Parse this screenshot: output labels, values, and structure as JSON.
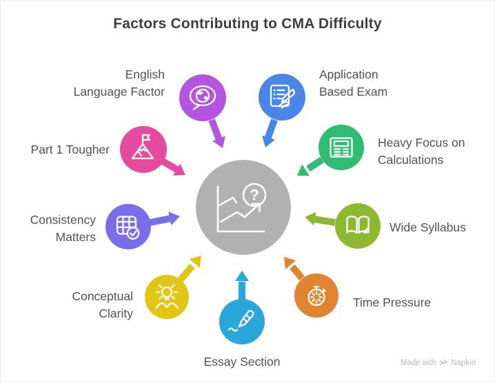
{
  "title": "Factors Contributing to CMA Difficulty",
  "center": {
    "icon": "chart-question-icon",
    "glyph": "?",
    "color": "#b1b1b1"
  },
  "factors": [
    {
      "name": "english-language-factor",
      "label": "English Language Factor",
      "label_lines": [
        "English",
        "Language Factor"
      ],
      "color": "#b355de",
      "icon": "speech-globe-icon"
    },
    {
      "name": "application-based-exam",
      "label": "Application Based Exam",
      "label_lines": [
        "Application",
        "Based Exam"
      ],
      "color": "#4a86e8",
      "icon": "exam-writing-icon"
    },
    {
      "name": "part-1-tougher",
      "label": "Part 1 Tougher",
      "label_lines": [
        "Part 1 Tougher"
      ],
      "color": "#e44a9d",
      "icon": "mountain-flag-icon"
    },
    {
      "name": "heavy-focus-on-calculations",
      "label": "Heavy Focus on Calculations",
      "label_lines": [
        "Heavy Focus on",
        "Calculations"
      ],
      "color": "#31bc75",
      "icon": "spreadsheet-icon"
    },
    {
      "name": "consistency-matters",
      "label": "Consistency Matters",
      "label_lines": [
        "Consistency",
        "Matters"
      ],
      "color": "#7b6cea",
      "icon": "calendar-check-icon"
    },
    {
      "name": "wide-syllabus",
      "label": "Wide Syllabus",
      "label_lines": [
        "Wide Syllabus"
      ],
      "color": "#8eb832",
      "icon": "open-book-icon"
    },
    {
      "name": "conceptual-clarity",
      "label": "Conceptual Clarity",
      "label_lines": [
        "Conceptual",
        "Clarity"
      ],
      "color": "#e3c514",
      "icon": "idea-person-icon"
    },
    {
      "name": "time-pressure",
      "label": "Time Pressure",
      "label_lines": [
        "Time Pressure"
      ],
      "color": "#e0842f",
      "icon": "stopwatch-icon"
    },
    {
      "name": "essay-section",
      "label": "Essay Section",
      "label_lines": [
        "Essay Section"
      ],
      "color": "#29a6da",
      "icon": "pen-writing-icon"
    }
  ],
  "watermark": {
    "prefix": "Made with",
    "brand": "Napkin"
  }
}
